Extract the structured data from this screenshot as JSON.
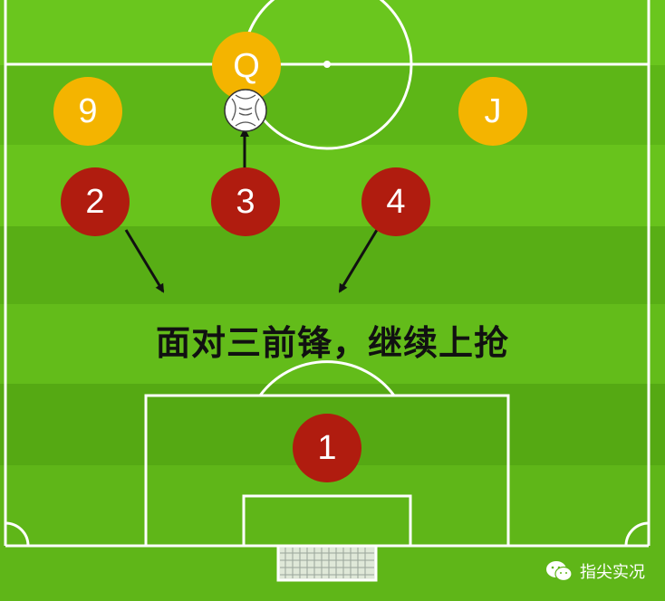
{
  "players": {
    "opp_q": "Q",
    "opp_9": "9",
    "opp_j": "J",
    "def_2": "2",
    "def_3": "3",
    "def_4": "4",
    "keeper": "1"
  },
  "caption": "面对三前锋，继续上抢",
  "watermark": {
    "text": "指尖实况",
    "icon": "wechat-icon"
  },
  "colors": {
    "opponent": "#f4b400",
    "defender": "#b01c0f",
    "pitch_light": "#6cc51f",
    "pitch_dark": "#5aae16",
    "line": "#ffffff"
  }
}
